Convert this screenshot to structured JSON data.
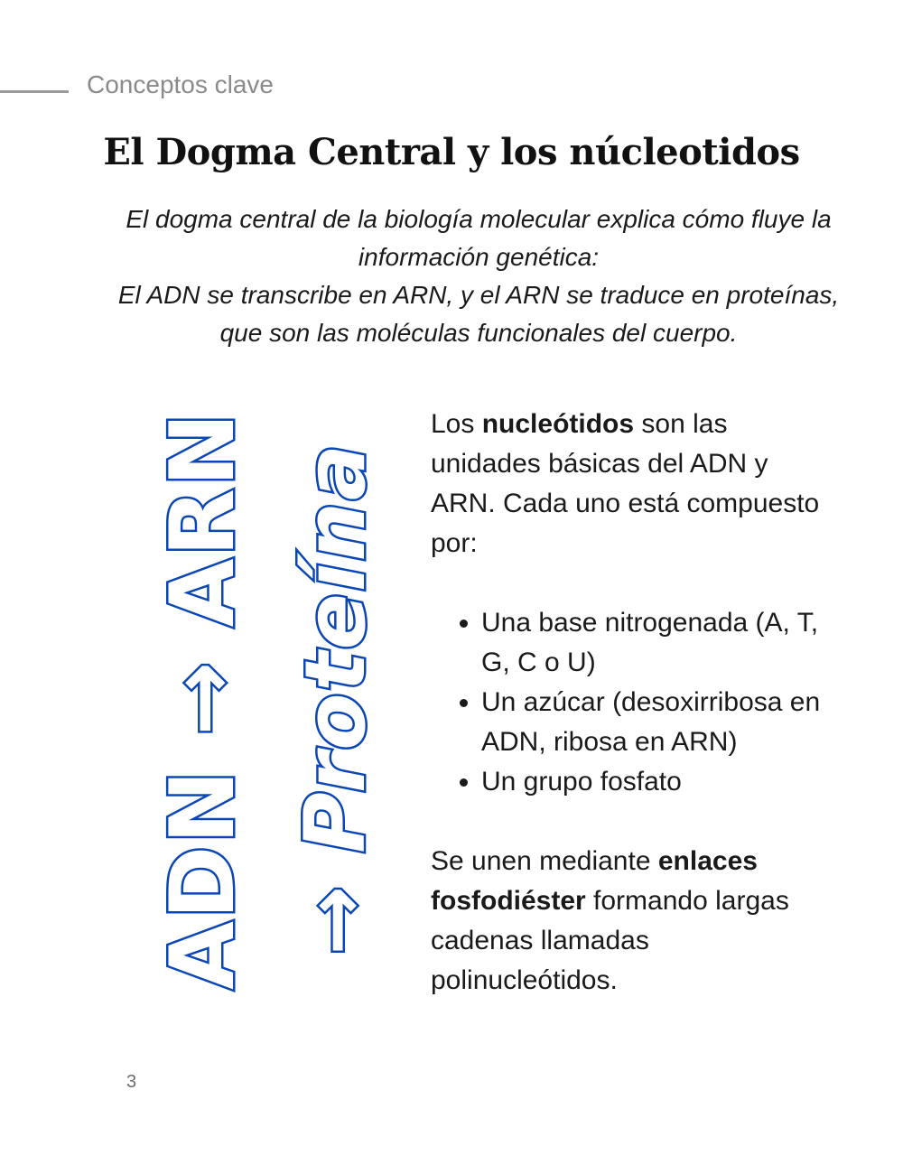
{
  "header": {
    "section_label": "Conceptos clave"
  },
  "title": "El Dogma Central y los núcleotidos",
  "intro": {
    "line1": "El dogma central de la biología molecular explica cómo fluye la información genética:",
    "line2": "El ADN se transcribe en ARN, y el ARN se traduce en proteínas, que son las moléculas funcionales del cuerpo."
  },
  "vertical_art": {
    "line1": "ADN → ARN",
    "line2": "→ Proteína",
    "colors": {
      "outline": "#0b46b6",
      "fill": "#ffffff"
    }
  },
  "body": {
    "para1": {
      "pre": "Los ",
      "bold": "nucleótidos",
      "post": " son las unidades básicas del ADN y ARN. Cada uno está compuesto por:"
    },
    "bullets": [
      "Una base nitrogenada (A, T, G, C o U)",
      "Un azúcar (desoxirribosa en ADN, ribosa en ARN)",
      "Un grupo fosfato"
    ],
    "para2": {
      "pre": "Se unen mediante ",
      "bold": "enlaces fosfodiéster",
      "post": " formando largas cadenas llamadas polinucleótidos."
    }
  },
  "footer": {
    "page_number": "3"
  }
}
